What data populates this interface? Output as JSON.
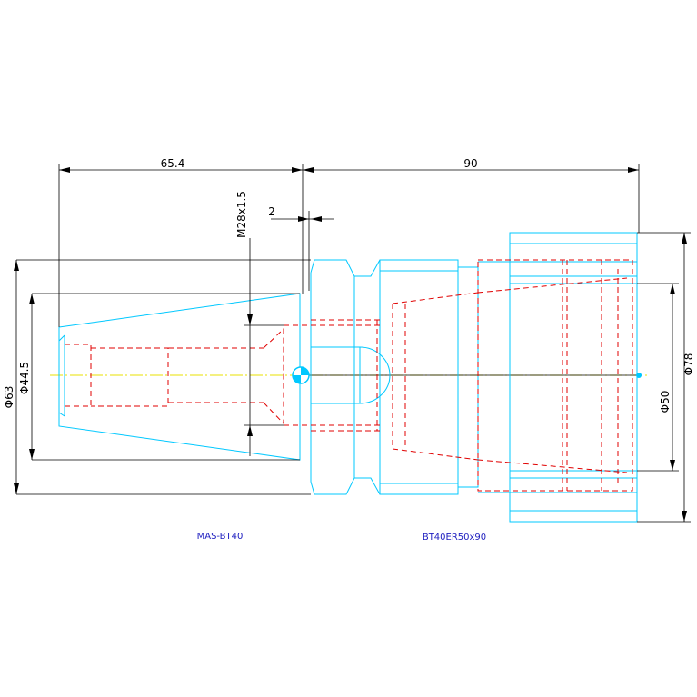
{
  "drawing": {
    "colors": {
      "outline": "#00c8ff",
      "hidden": "#e00000",
      "dimension": "#000000",
      "centerline": "#e8e000",
      "label": "#2020c0"
    },
    "dimensions": {
      "shank_length": "65.4",
      "holder_length": "90",
      "thread": "M28x1.5",
      "flange_gap": "2",
      "d63": "Φ63",
      "d44_5": "Φ44.5",
      "d50": "Φ50",
      "d78": "Φ78"
    },
    "labels": {
      "left_part": "MAS-BT40",
      "right_part": "BT40ER50x90"
    }
  }
}
